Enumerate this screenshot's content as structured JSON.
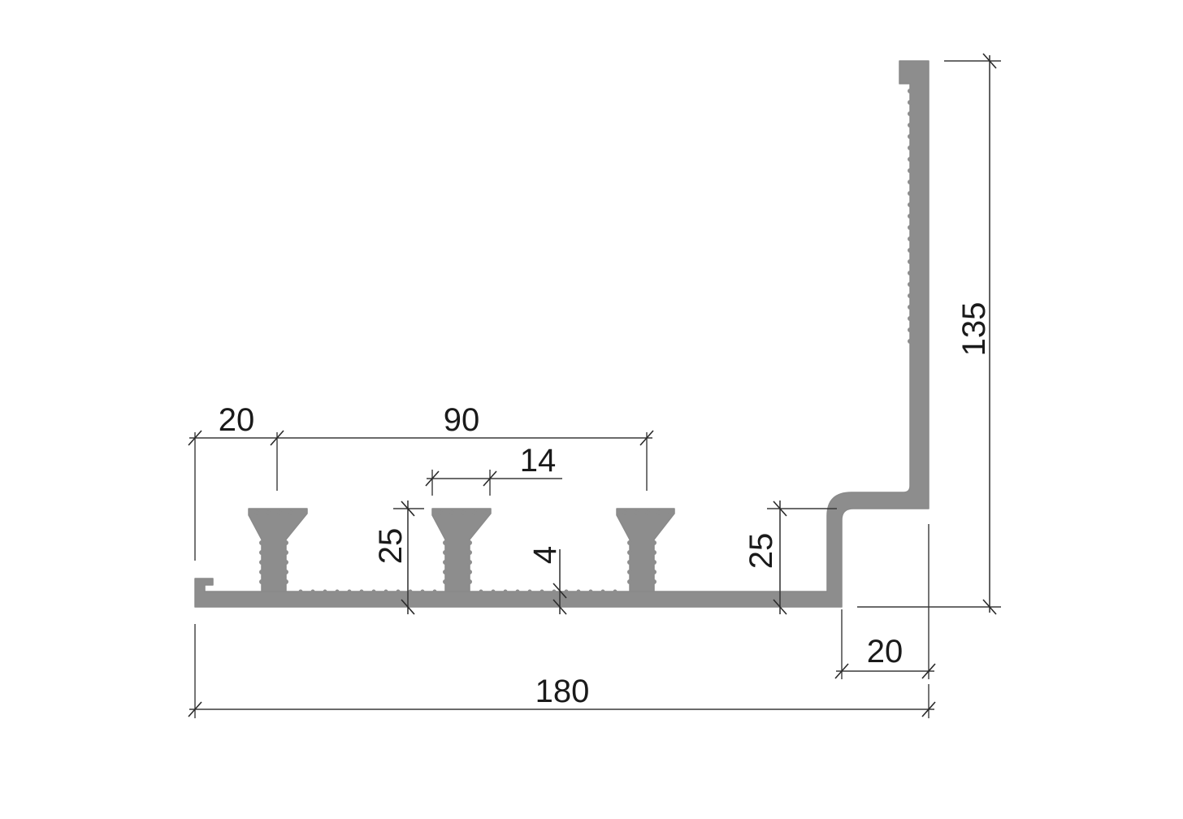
{
  "dimensions": {
    "top_overall_height": "135",
    "left_margin": "20",
    "anchor_spacing": "90",
    "anchor_head_width": "14",
    "anchor_height": "25",
    "base_thickness": "4",
    "step_height": "25",
    "step_width": "20",
    "overall_width": "180"
  },
  "colors": {
    "profile_fill": "#8d8d8d",
    "dimension_line": "#3a3a3a",
    "text": "#1a1a1a"
  }
}
